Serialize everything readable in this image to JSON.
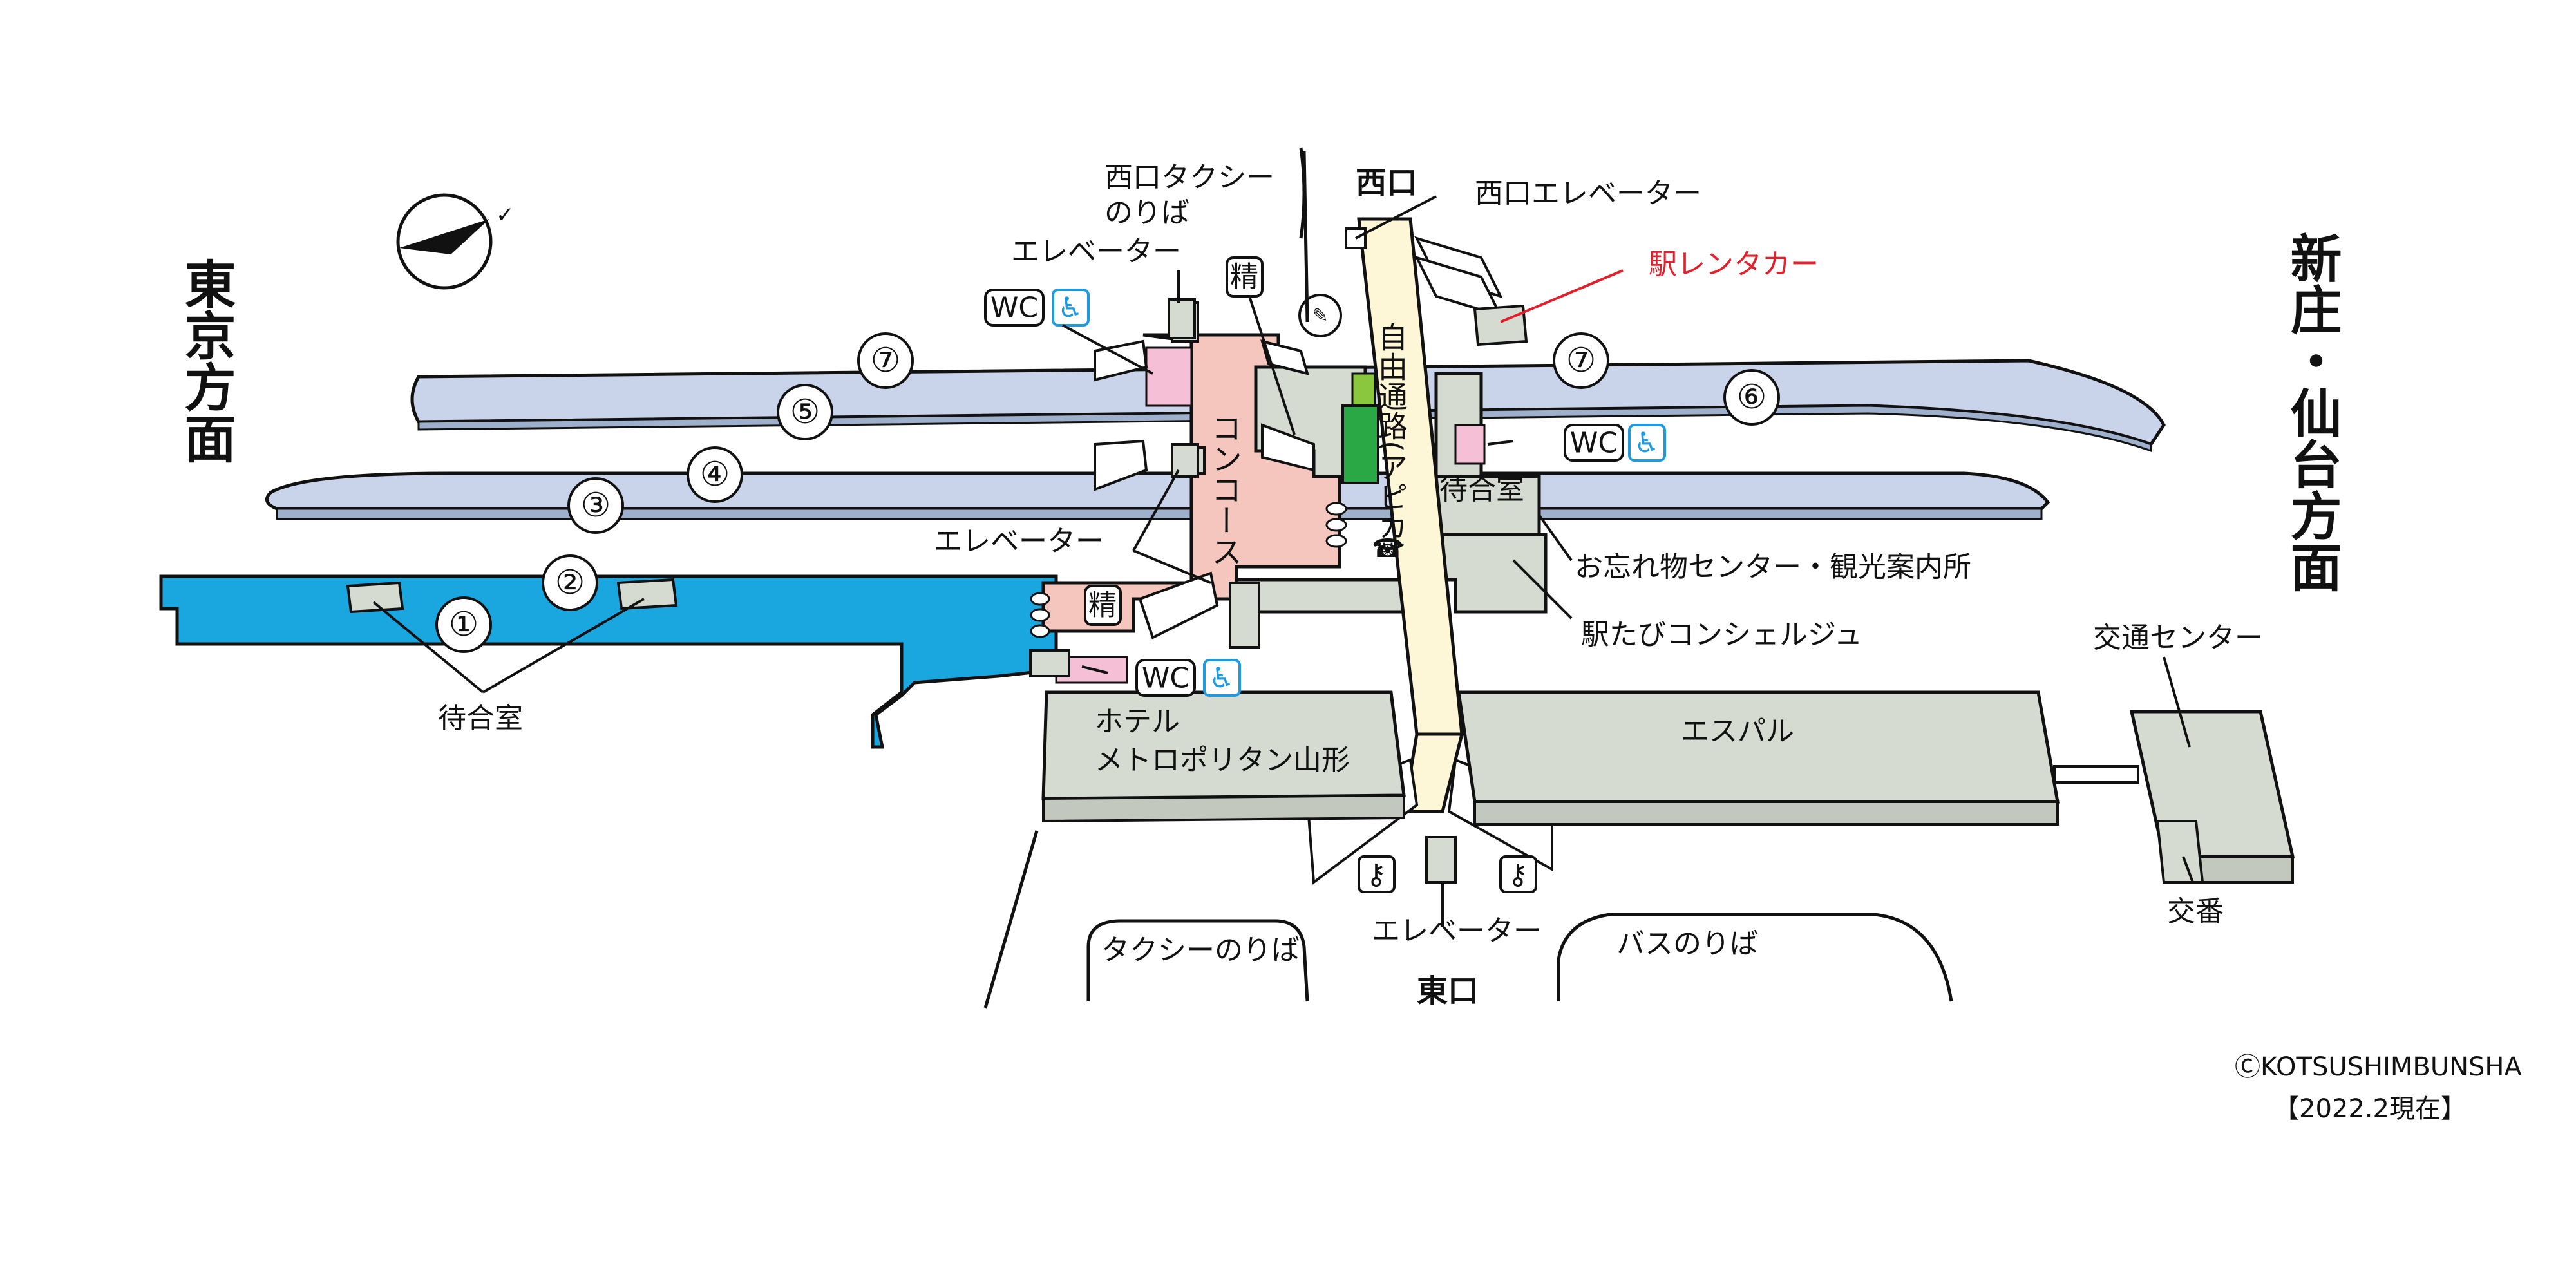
{
  "direction_left": "東京方面",
  "direction_right": "新庄・仙台方面",
  "west_exit": "西口",
  "east_exit": "東口",
  "west_taxi": "西口タクシー\nのりば",
  "west_elevator": "西口エレベーター",
  "rent_a_car": "駅レンタカー",
  "elevator_nw": "エレベーター",
  "elevator_mid": "エレベーター",
  "elevator_east": "エレベーター",
  "concourse": "コンコース",
  "free_passage": "自由通路(アピカ)",
  "waiting_room_right": "待合室",
  "waiting_room_left": "待合室",
  "lost_and_found": "お忘れ物センター・観光案内所",
  "concierge": "駅たびコンシェルジュ",
  "hotel": "ホテル\nメトロポリタン山形",
  "espal": "エスパル",
  "traffic_center": "交通センター",
  "police_box": "交番",
  "taxi_stand": "タクシーのりば",
  "bus_stop": "バスのりば",
  "fare_adjust": "精",
  "wc": "WC",
  "tracks": [
    "①",
    "②",
    "③",
    "④",
    "⑤",
    "⑥",
    "⑦",
    "⑦"
  ],
  "copyright": "ⒸKOTSUSHIMBUNSHA",
  "as_of": "【2022.2現在】",
  "colors": {
    "platform": "#c9d4ea",
    "water_platform": "#1aa7e0",
    "concourse": "#f4c6bd",
    "building": "#d6dbd2",
    "passage": "#fdf7d8",
    "wc_pink": "#f5bfd6",
    "ticket_green": "#2aa845",
    "red": "#e0202a",
    "accessible_blue": "#1e9be0"
  }
}
